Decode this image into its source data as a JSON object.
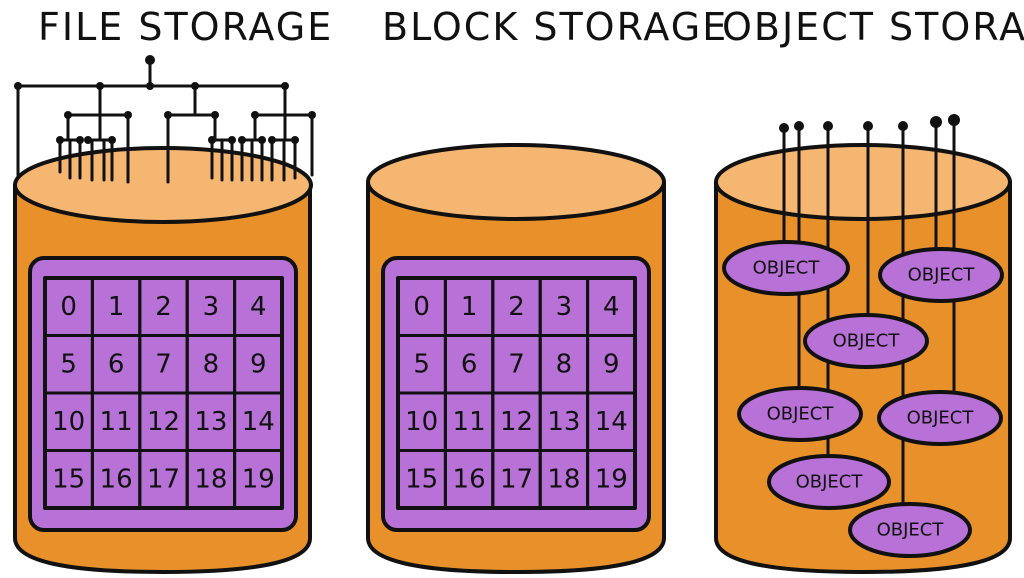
{
  "titles": {
    "file": "FILE STORAGE",
    "block": "BLOCK STORAGE",
    "object": "OBJECT STORAGE"
  },
  "grid_numbers": [
    "0",
    "1",
    "2",
    "3",
    "4",
    "5",
    "6",
    "7",
    "8",
    "9",
    "10",
    "11",
    "12",
    "13",
    "14",
    "15",
    "16",
    "17",
    "18",
    "19"
  ],
  "object_label": "OBJECT",
  "colors": {
    "cylinder_body": "#e8912a",
    "cylinder_top": "#f4b670",
    "grid_fill": "#b871d6",
    "object_fill": "#b871d6",
    "ink": "#111111"
  }
}
